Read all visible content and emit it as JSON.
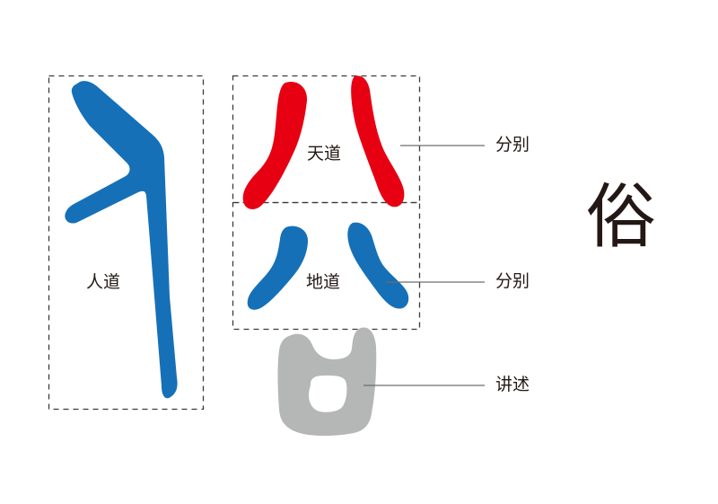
{
  "colors": {
    "ren": "#1570b8",
    "tian": "#e60012",
    "di": "#1570b8",
    "kou": "#b5b6b6",
    "dashed": "#3e3a39",
    "leader": "#6d6d6d",
    "text": "#231815"
  },
  "components": {
    "ren": {
      "region_label": "人道"
    },
    "tian": {
      "region_label": "天道",
      "annotation": "分别"
    },
    "di": {
      "region_label": "地道",
      "annotation": "分别"
    },
    "kou": {
      "annotation": "讲述"
    }
  },
  "result_character": "俗"
}
